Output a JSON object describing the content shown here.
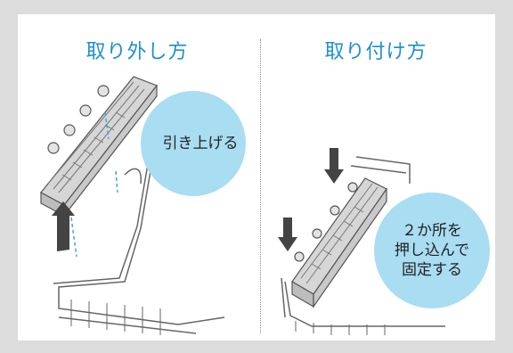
{
  "removal": {
    "title": "取り外し方",
    "callout": "引き上げる"
  },
  "attachment": {
    "title": "取り付け方",
    "callout_lines": [
      "２か所を",
      "押し込んで",
      "固定する"
    ]
  },
  "colors": {
    "background": "#dcdcdc",
    "panel": "#ffffff",
    "title": "#1e8fd0",
    "callout": "#a8ddf2",
    "basket_fill": "#d6d6d6",
    "line": "#555555",
    "arrow": "#444444",
    "dashed_guide": "#3aa8e0"
  },
  "icons": [
    "up-arrow-icon",
    "down-arrow-icon",
    "down-arrow-icon"
  ]
}
